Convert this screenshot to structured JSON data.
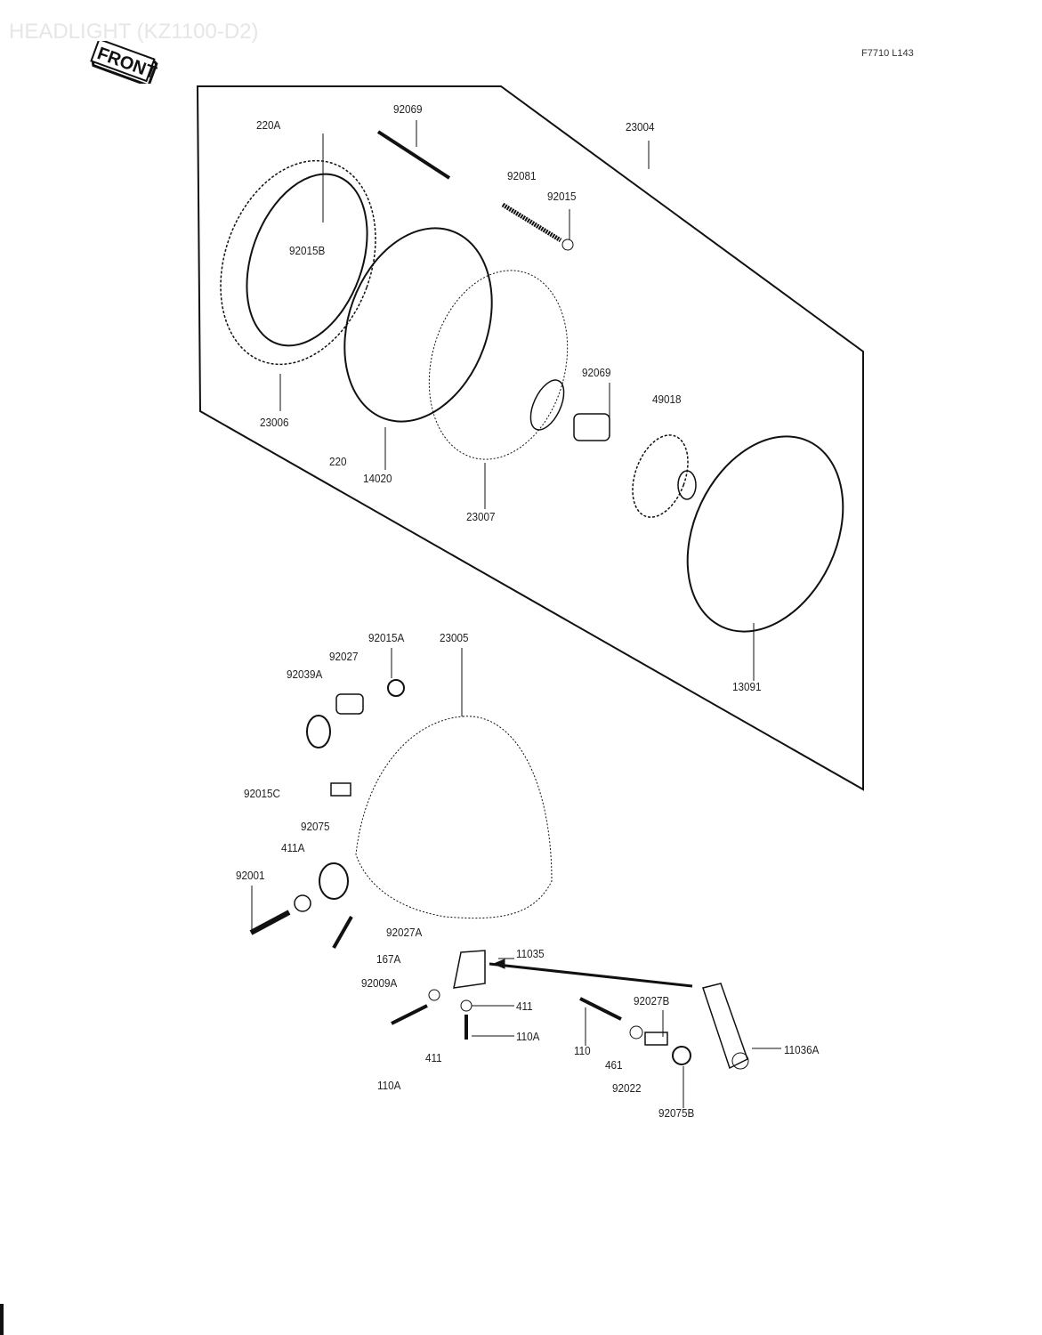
{
  "header": {
    "title": "HEADLIGHT (KZ1100-D2)",
    "drawing_code": "F7710 L143",
    "front_marker": "FRONT"
  },
  "parts": {
    "p220A": "220A",
    "p92069a": "92069",
    "p23004": "23004",
    "p92081": "92081",
    "p92015": "92015",
    "p92015B": "92015B",
    "p23006": "23006",
    "p220": "220",
    "p14020": "14020",
    "p23007": "23007",
    "p92069b": "92069",
    "p49018": "49018",
    "p13091": "13091",
    "p92015A": "92015A",
    "p23005": "23005",
    "p92027": "92027",
    "p92039A": "92039A",
    "p92015C": "92015C",
    "p92075": "92075",
    "p411A": "411A",
    "p92001": "92001",
    "p92027A": "92027A",
    "p167A": "167A",
    "p92009A": "92009A",
    "p11035": "11035",
    "p411a": "411",
    "p110Aa": "110A",
    "p411b": "411",
    "p110Ab": "110A",
    "p92027B": "92027B",
    "p110": "110",
    "p461": "461",
    "p92022": "92022",
    "p92075B": "92075B",
    "p11036A": "11036A"
  }
}
